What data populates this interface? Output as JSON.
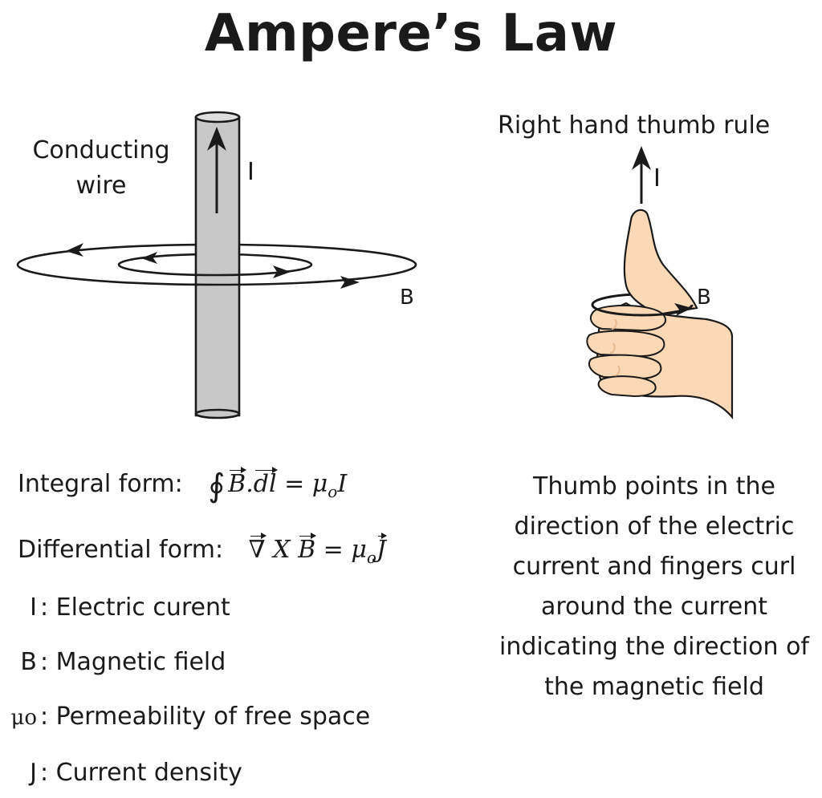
{
  "title": "Ampere’s Law",
  "figure_left": {
    "wire_label": "Conducting\nwire",
    "current_label": "I",
    "field_label": "B"
  },
  "figure_right": {
    "title": "Right hand thumb rule",
    "current_label": "I",
    "field_label": "B"
  },
  "equations": {
    "integral_label": "Integral form:",
    "differential_label": "Differential form:"
  },
  "legend": [
    {
      "symbol": "I",
      "separator": ":",
      "text": "Electric curent"
    },
    {
      "symbol": "B",
      "separator": ":",
      "text": "Magnetic field"
    },
    {
      "symbol": "μo",
      "separator": ":",
      "text": "Permeability of free space"
    },
    {
      "symbol": "J",
      "separator": ":",
      "text": "Current density"
    }
  ],
  "explanation": "Thumb points in the direction of the electric current and fingers curl around the current indicating the direction of the magnetic field",
  "colors": {
    "wire_fill": "#c8c8c8",
    "skin": "#fbd9b6",
    "skin_shadow": "#e9b88e",
    "ink": "#1a1a1a"
  }
}
